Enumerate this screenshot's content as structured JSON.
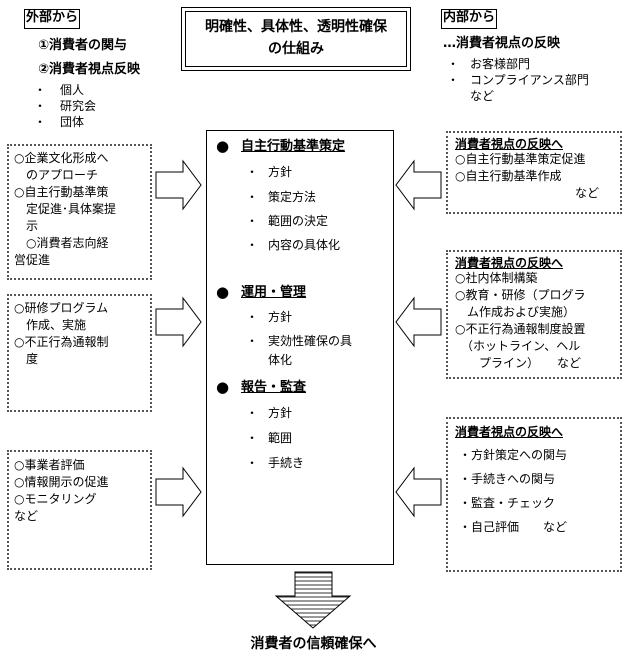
{
  "header": {
    "left_title": "外部から",
    "left_items": [
      "①消費者の関与",
      "②消費者視点反映"
    ],
    "left_bullets": [
      "個人",
      "研究会",
      "団体"
    ],
    "center_title_line1": "明確性、具体性、透明性確保",
    "center_title_line2": "の仕組み",
    "right_title": "内部から",
    "right_item": "…消費者視点の反映",
    "right_bullets": [
      "お客様部門",
      "コンプライアンス部門"
    ],
    "right_bullet_tail": "など"
  },
  "left_boxes": [
    {
      "text": "○企業文化形成へ\n　のアプローチ\n○自主行動基準策\n　定促進･具体案提\n　示\n　○消費者志向経\n営促進"
    },
    {
      "text": "○研修プログラム\n　作成、実施\n○不正行為通報制\n　度"
    },
    {
      "text": "○事業者評価\n○情報開示の促進\n○モニタリング\nなど"
    }
  ],
  "center": {
    "sections": [
      {
        "bullet": "●",
        "title": "自主行動基準策定",
        "items": [
          "方針",
          "策定方法",
          "範囲の決定",
          "内容の具体化"
        ]
      },
      {
        "bullet": "●",
        "title": "運用・管理",
        "items": [
          "方針",
          "実効性確保の具",
          "体化"
        ]
      },
      {
        "bullet": "●",
        "title": "報告・監査",
        "items": [
          "方針",
          "範囲",
          "手続き"
        ]
      }
    ],
    "small_bullet": "・"
  },
  "right_boxes": [
    {
      "title": "消費者視点の反映へ",
      "text": "○自主行動基準策定促進\n○自主行動基準作成\n　　　　　　　　　　など"
    },
    {
      "title": "消費者視点の反映へ",
      "text": "○社内体制構築\n○教育・研修（プログラ\n　ム作成および実施）\n○不正行為通報制度設置\n　（ホットライン、ヘル\n　　プライン）　　など"
    },
    {
      "title": "消費者視点の反映へ",
      "items": [
        "・方針策定への関与",
        "・手続きへの関与",
        "・監査・チェック",
        "・自己評価　　など"
      ]
    }
  ],
  "footer": {
    "conclusion": "消費者の信頼確保へ"
  }
}
